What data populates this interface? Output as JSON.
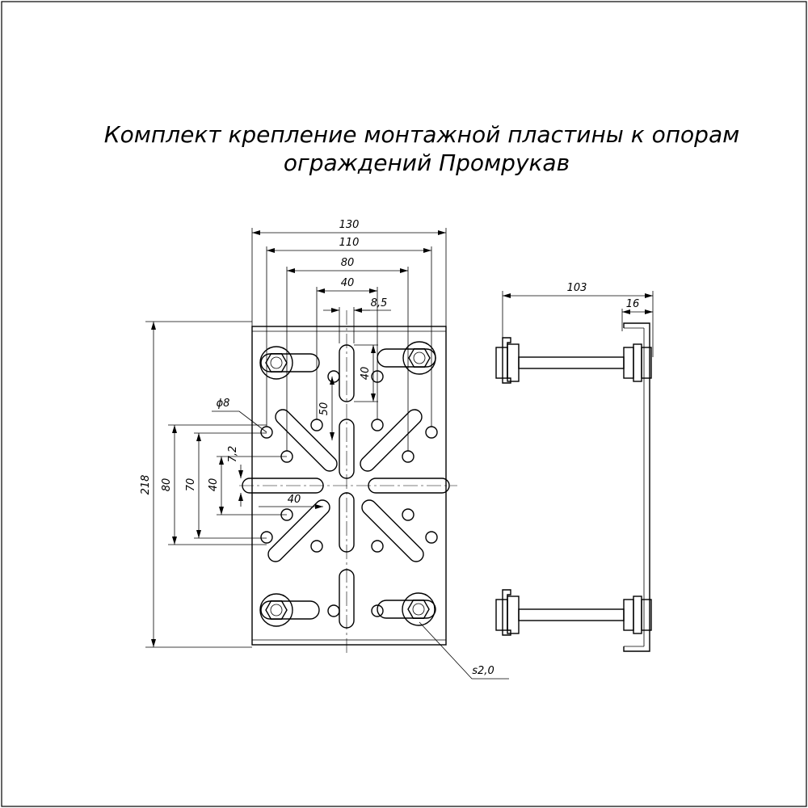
{
  "title": {
    "line1": "Комплект крепление монтажной пластины к опорам",
    "line2": "ограждений Промрукав"
  },
  "dimensions": {
    "width_overall": "130",
    "width_110": "110",
    "width_80": "80",
    "width_40": "40",
    "width_8_5": "8,5",
    "height_overall": "218",
    "height_80": "80",
    "height_70": "70",
    "height_40": "40",
    "slot_7_2": "7,2",
    "slot_50": "50",
    "slot_40_vertical": "40",
    "slot_40_horizontal": "40",
    "hole_diameter": "ϕ8",
    "thickness": "s2,0",
    "side_depth": "103",
    "side_flange": "16"
  }
}
